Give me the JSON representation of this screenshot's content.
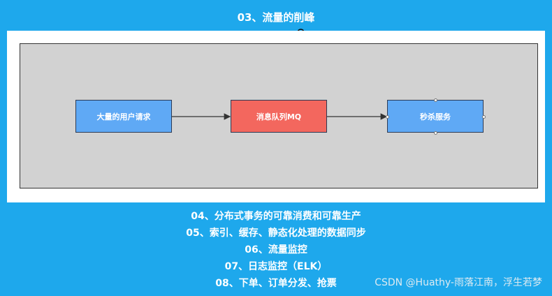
{
  "title": "03、流量的削峰",
  "diagram": {
    "nodes": [
      {
        "label": "大量的用户请求",
        "color": "#5fa9f5"
      },
      {
        "label": "消息队列MQ",
        "color": "#f3675e"
      },
      {
        "label": "秒杀服务",
        "color": "#5fa9f5"
      }
    ]
  },
  "list": [
    "04、分布式事务的可靠消费和可靠生产",
    "05、索引、缓存、静态化处理的数据同步",
    "06、流量监控",
    "07、日志监控（ELK）",
    "08、下单、订单分发、抢票"
  ],
  "watermark": "CSDN @Huathy-雨落江南，浮生若梦",
  "icons": {
    "zoom": "zoom-in-icon"
  },
  "colors": {
    "background": "#1ea8ec",
    "frame": "#d2d2d2"
  }
}
